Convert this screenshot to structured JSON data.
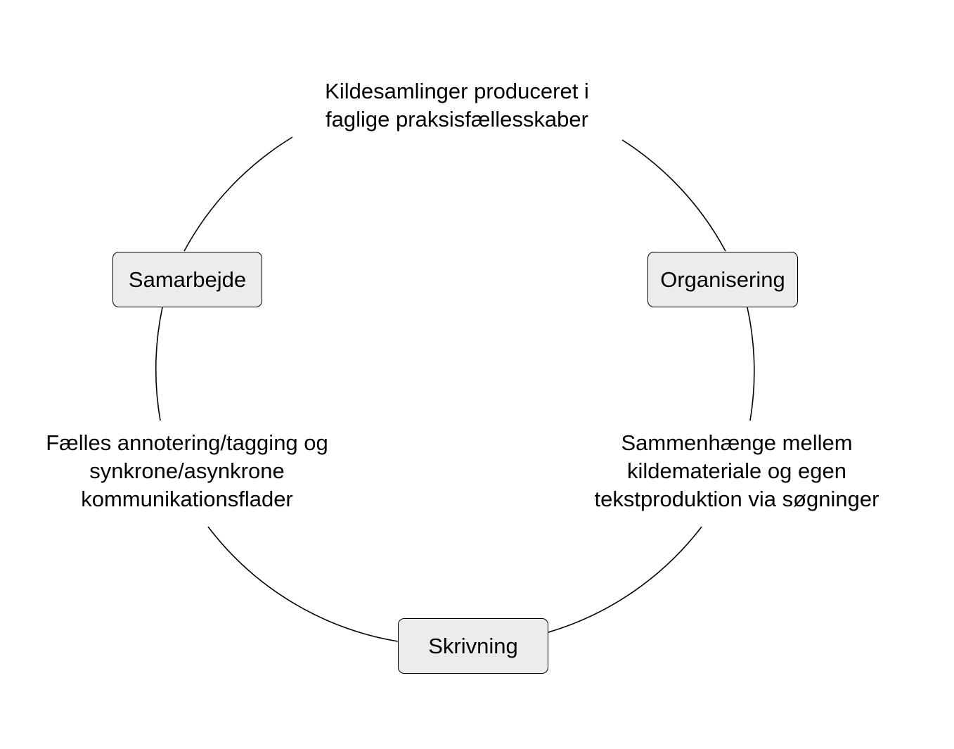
{
  "diagram": {
    "type": "cycle",
    "nodes": [
      {
        "id": "samarbejde",
        "label": "Samarbejde"
      },
      {
        "id": "organisering",
        "label": "Organisering"
      },
      {
        "id": "skrivning",
        "label": "Skrivning"
      }
    ],
    "annotations": {
      "top": [
        "Kildesamlinger produceret i",
        "faglige praksisfællesskaber"
      ],
      "left": [
        "Fælles annotering/tagging og",
        "synkrone/asynkrone",
        "kommunikationsflader"
      ],
      "right": [
        "Sammenhænge mellem",
        "kildemateriale og egen",
        "tekstproduktion via søgninger"
      ]
    },
    "colors": {
      "box_fill": "#ececec",
      "stroke": "#000000"
    }
  }
}
